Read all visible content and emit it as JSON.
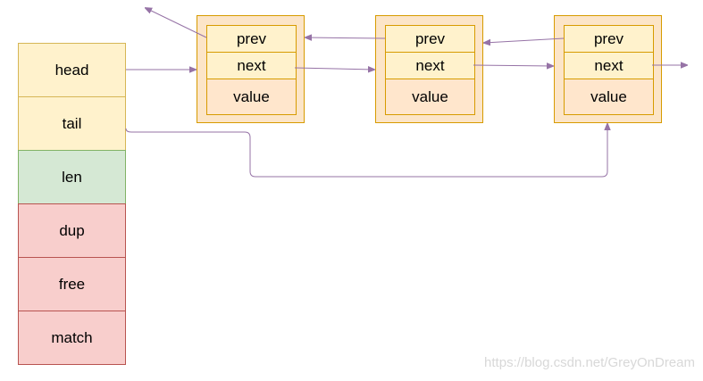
{
  "list": {
    "fields": [
      {
        "key": "head",
        "label": "head",
        "fill": "#fff2cc",
        "stroke": "#d6b656"
      },
      {
        "key": "tail",
        "label": "tail",
        "fill": "#fff2cc",
        "stroke": "#d6b656"
      },
      {
        "key": "len",
        "label": "len",
        "fill": "#d5e8d4",
        "stroke": "#82b366"
      },
      {
        "key": "dup",
        "label": "dup",
        "fill": "#f8cecc",
        "stroke": "#b85450"
      },
      {
        "key": "free",
        "label": "free",
        "fill": "#f8cecc",
        "stroke": "#b85450"
      },
      {
        "key": "match",
        "label": "match",
        "fill": "#f8cecc",
        "stroke": "#b85450"
      }
    ]
  },
  "nodes": [
    {
      "prev": "prev",
      "next": "next",
      "value": "value"
    },
    {
      "prev": "prev",
      "next": "next",
      "value": "value"
    },
    {
      "prev": "prev",
      "next": "next",
      "value": "value"
    }
  ],
  "colors": {
    "node_fill": "#fce5c8",
    "node_stroke": "#d79b00",
    "pointer_field_fill": "#fff2cc",
    "value_field_fill": "#ffe6cc",
    "edge": "#9673a6"
  },
  "watermark": "https://blog.csdn.net/GreyOnDream"
}
